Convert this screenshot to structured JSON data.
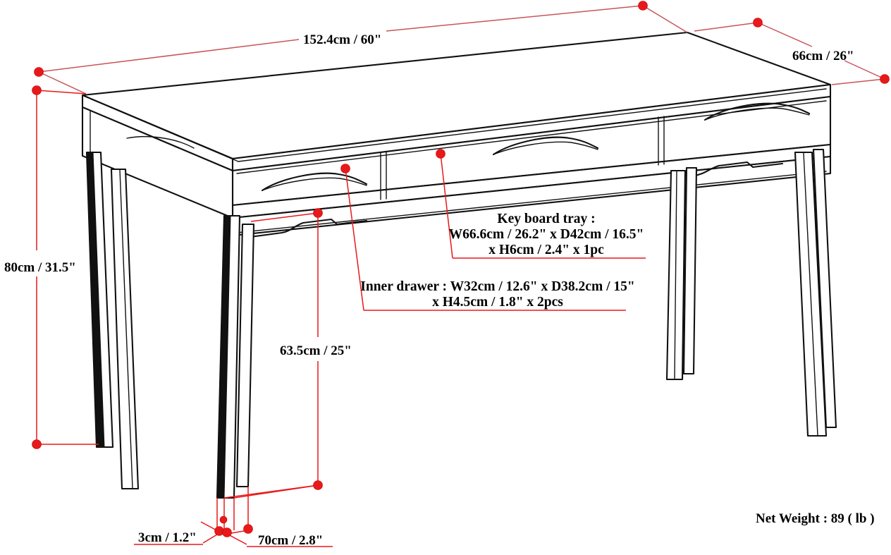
{
  "drawing": {
    "title": "Desk dimension drawing",
    "background_color": "#ffffff",
    "line_color": "#111111",
    "annotation_color": "#e8191a"
  },
  "dimensions": {
    "width_top": "152.4cm / 60\"",
    "depth_top_right": "66cm / 26\"",
    "height_left": "80cm / 31.5\"",
    "clearance_height": "63.5cm / 25\"",
    "leg_thickness": "3cm / 1.2\"",
    "leg_spread": "70cm / 2.8\""
  },
  "callouts": {
    "keyboard_tray": {
      "line1": "Key board tray :",
      "line2": "W66.6cm / 26.2\" x D42cm / 16.5\"",
      "line3": "x H6cm / 2.4\" x 1pc"
    },
    "inner_drawer": {
      "line1": "Inner drawer : W32cm / 12.6\" x D38.2cm / 15\"",
      "line2": "x H4.5cm / 1.8\" x 2pcs"
    }
  },
  "specs": {
    "net_weight": "Net Weight : 89 ( lb )"
  }
}
